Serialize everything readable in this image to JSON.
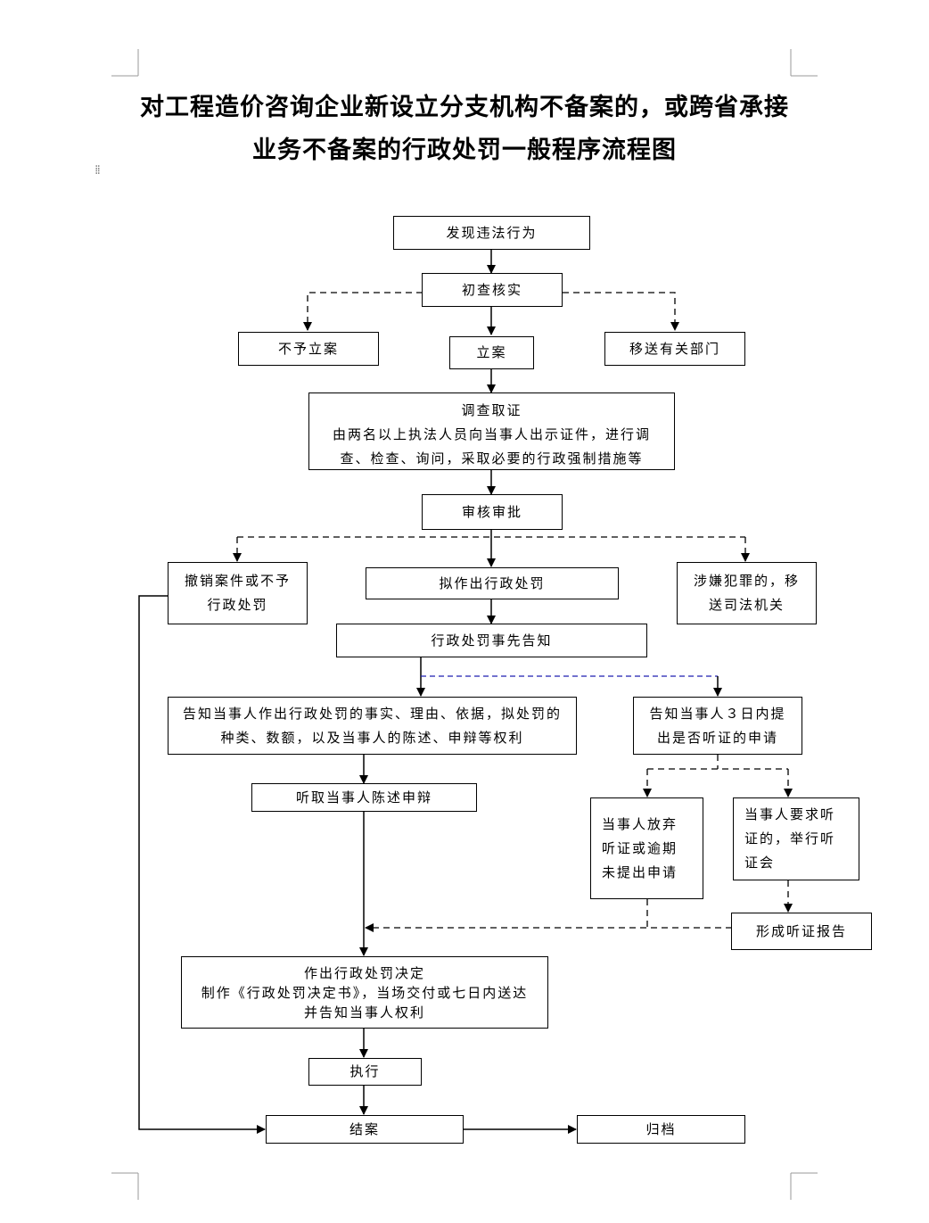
{
  "title": {
    "line1": "对工程造价咨询企业新设立分支机构不备案的，或跨省承接",
    "line2": "业务不备案的行政处罚一般程序流程图"
  },
  "nodes": {
    "discover": "发现违法行为",
    "preliminary_check": "初查核实",
    "no_filing": "不予立案",
    "file_case": "立案",
    "transfer": "移送有关部门",
    "investigate": {
      "title": "调查取证",
      "line1": "由两名以上执法人员向当事人出示证件，进行调",
      "line2": "查、检查、询问，采取必要的行政强制措施等"
    },
    "review": "审核审批",
    "revoke": {
      "line1": "撤销案件或不予",
      "line2": "行政处罚"
    },
    "draft_penalty": "拟作出行政处罚",
    "crime": {
      "line1": "涉嫌犯罪的，移",
      "line2": "送司法机关"
    },
    "prior_notice": "行政处罚事先告知",
    "inform_rights": {
      "line1": "告知当事人作出行政处罚的事实、理由、依据，拟处罚的",
      "line2": "种类、数额，以及当事人的陈述、申辩等权利"
    },
    "inform_hearing": {
      "line1": "告知当事人３日内提",
      "line2": "出是否听证的申请"
    },
    "hear_statement": "听取当事人陈述申辩",
    "waive_hearing": {
      "line1": "当事人放弃",
      "line2": "听证或逾期",
      "line3": "未提出申请"
    },
    "request_hearing": {
      "line1": "当事人要求听",
      "line2": "证的，举行听",
      "line3": "证会"
    },
    "hearing_report": "形成听证报告",
    "decision": {
      "line1": "作出行政处罚决定",
      "line2": "制作《行政处罚决定书》，当场交付或七日内送达",
      "line3": "并告知当事人权利"
    },
    "execute": "执行",
    "close_case": "结案",
    "archive": "归档"
  },
  "colors": {
    "line": "#000000",
    "dashed_blue": "#1f1fb0",
    "corner_marks": "#999999"
  }
}
